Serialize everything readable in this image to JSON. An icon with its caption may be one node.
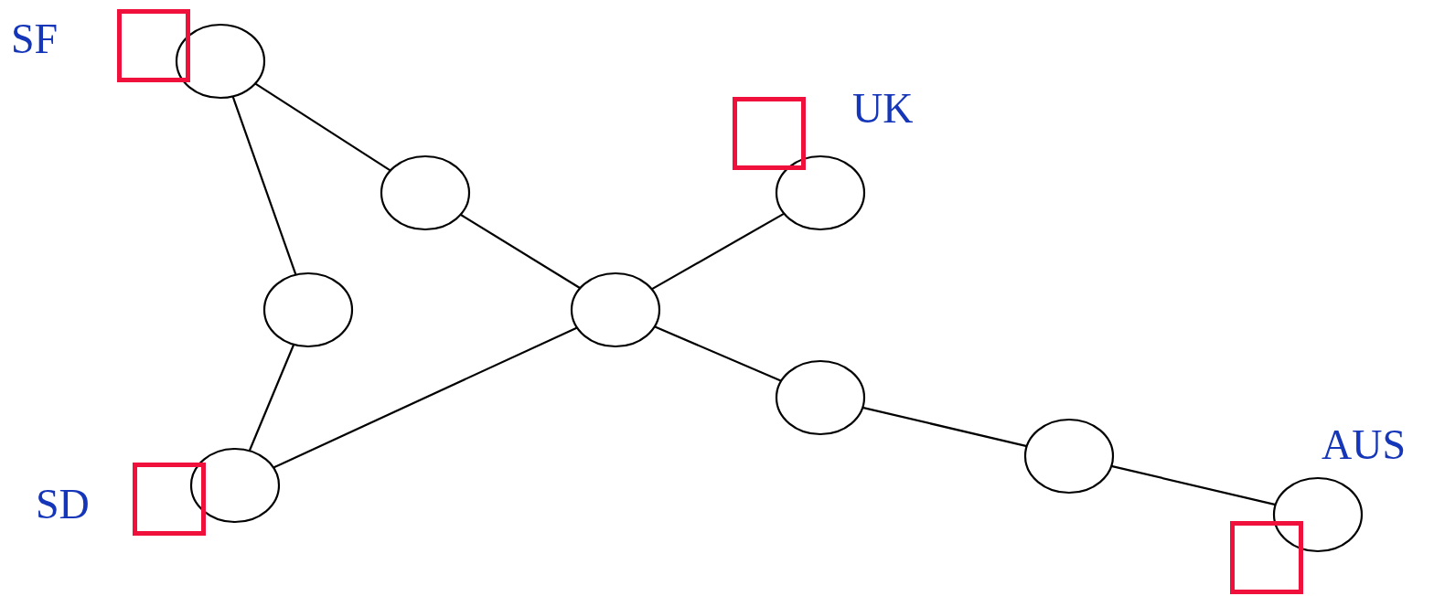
{
  "diagram": {
    "nodes": [
      {
        "text": [],
        "shape": "circle"
      },
      {
        "text": [],
        "shape": "circle"
      },
      {
        "text": [],
        "shape": "circle"
      },
      {
        "text": [],
        "shape": "circle"
      },
      {
        "text": [],
        "shape": "circle"
      },
      {
        "text": [],
        "shape": "circle"
      },
      {
        "text": [],
        "shape": "circle"
      },
      {
        "text": [],
        "shape": "circle"
      },
      {
        "text": [],
        "shape": "circle"
      },
      {
        "text": [],
        "shape": "box"
      },
      {
        "text": [],
        "shape": "box"
      },
      {
        "text": [],
        "shape": "box"
      },
      {
        "text": [],
        "shape": "box"
      }
    ],
    "edges": [
      {
        "from": 0,
        "to": 3,
        "arrow": "none"
      },
      {
        "from": 0,
        "to": 2,
        "arrow": "none"
      },
      {
        "from": 3,
        "to": 4,
        "arrow": "none"
      },
      {
        "from": 4,
        "to": 5,
        "arrow": "none"
      },
      {
        "from": 2,
        "to": 1,
        "arrow": "none"
      },
      {
        "from": 1,
        "to": 4,
        "arrow": "none"
      },
      {
        "from": 4,
        "to": 6,
        "arrow": "none"
      },
      {
        "from": 6,
        "to": 7,
        "arrow": "none"
      },
      {
        "from": 7,
        "to": 8,
        "arrow": "none"
      }
    ],
    "labels": [
      "SF",
      "UK",
      "SD",
      "AUS"
    ]
  }
}
